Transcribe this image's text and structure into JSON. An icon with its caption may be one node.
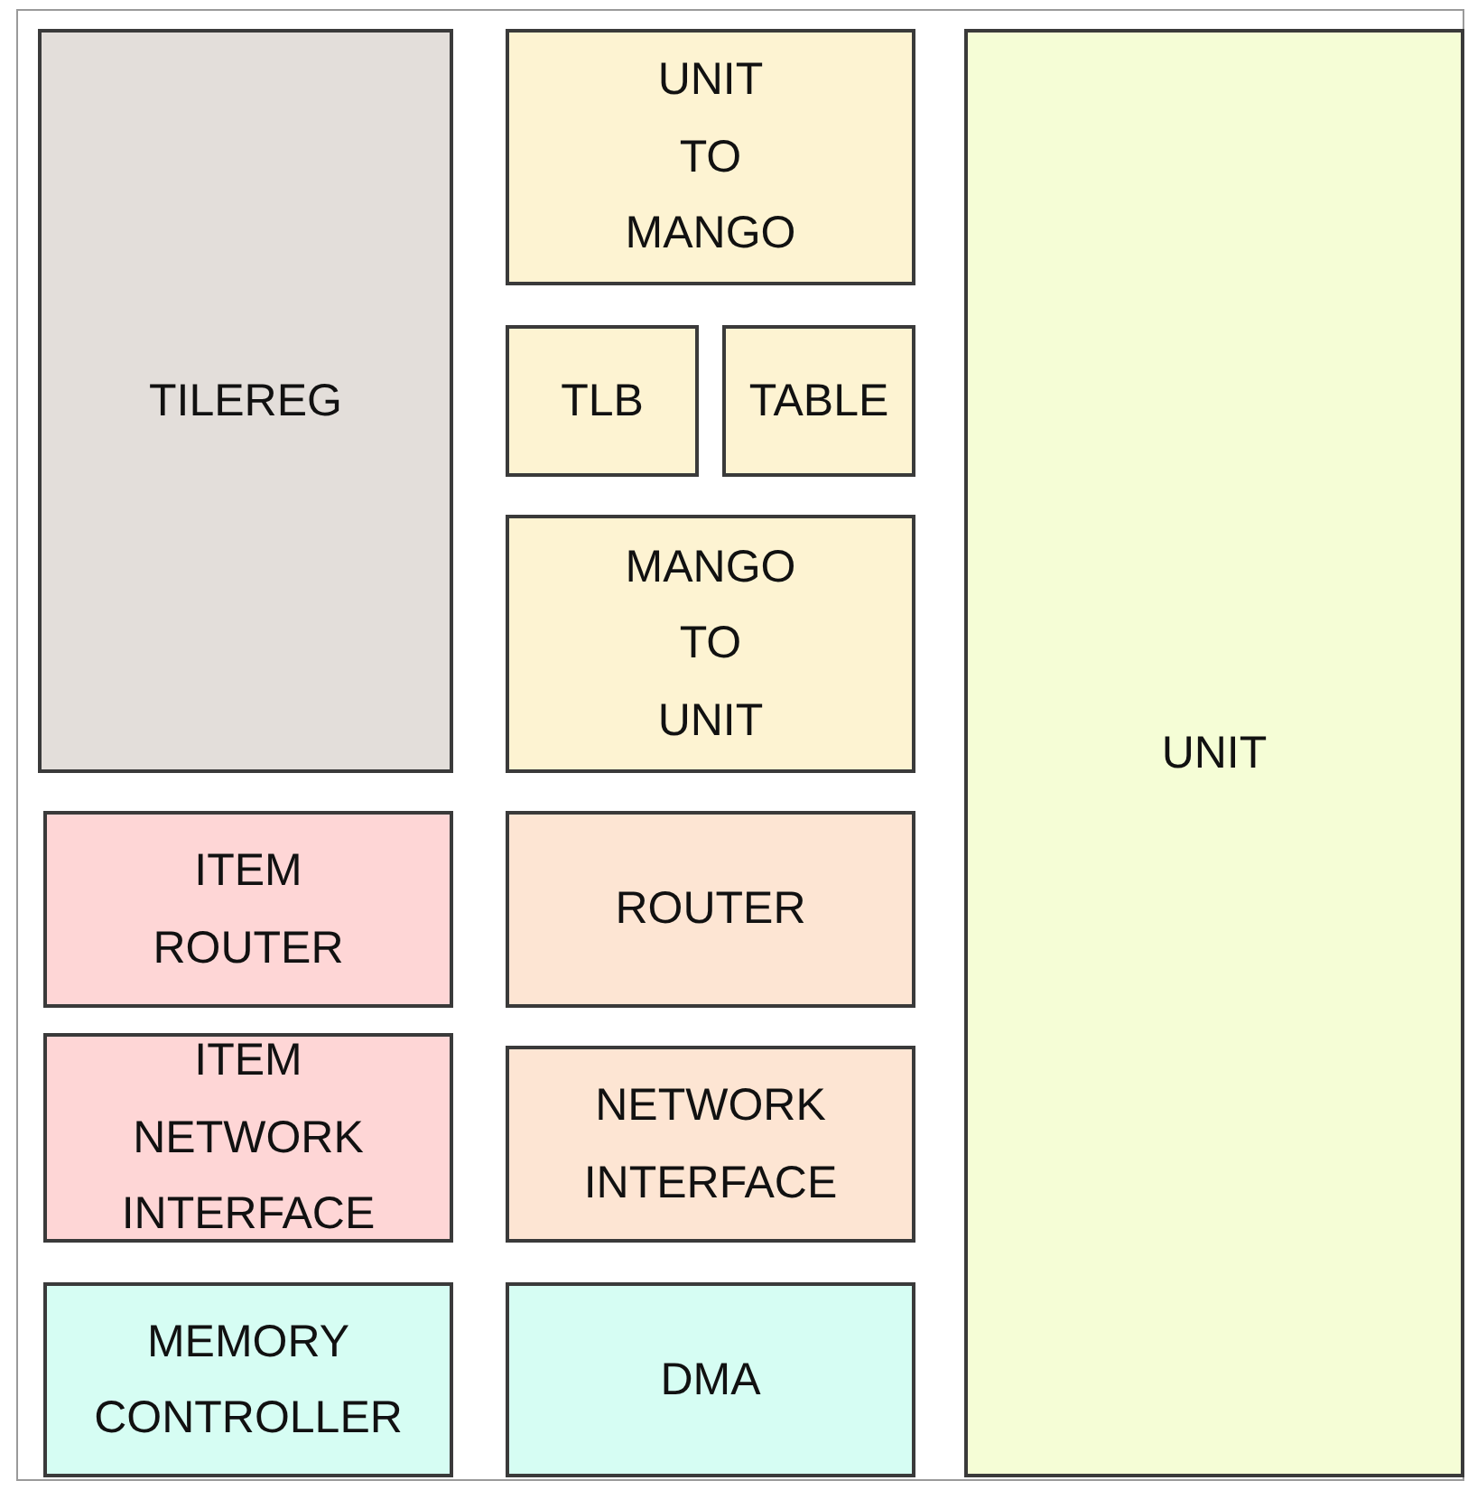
{
  "diagram": {
    "nodes": [
      {
        "text": [
          "TILEREG"
        ]
      },
      {
        "text": [
          "UNIT TO MANGO"
        ]
      },
      {
        "text": [
          "TLB"
        ]
      },
      {
        "text": [
          "TABLE"
        ]
      },
      {
        "text": [
          "MANGO TO UNIT"
        ]
      },
      {
        "text": [
          "UNIT"
        ]
      },
      {
        "text": [
          "ITEM ROUTER"
        ]
      },
      {
        "text": [
          "ROUTER"
        ]
      },
      {
        "text": [
          "ITEM NETWORK INTERFACE"
        ]
      },
      {
        "text": [
          "NETWORK INTERFACE"
        ]
      },
      {
        "text": [
          "MEMORY CONTROLLER"
        ]
      },
      {
        "text": [
          "DMA"
        ]
      }
    ]
  }
}
